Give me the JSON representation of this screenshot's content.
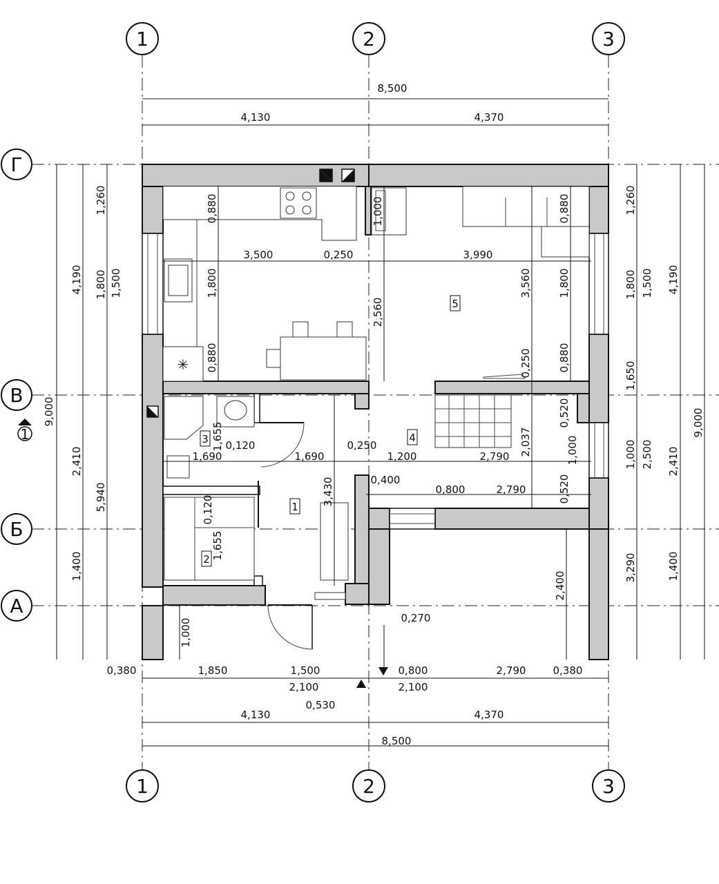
{
  "axes": {
    "columns": [
      {
        "label": "1"
      },
      {
        "label": "2"
      },
      {
        "label": "3"
      }
    ],
    "rows": [
      {
        "label": "Г"
      },
      {
        "label": "В"
      },
      {
        "label": "Б"
      },
      {
        "label": "А"
      }
    ]
  },
  "section_marker": {
    "label": "1"
  },
  "rooms": [
    {
      "number": "1"
    },
    {
      "number": "2"
    },
    {
      "number": "3"
    },
    {
      "number": "4"
    },
    {
      "number": "5"
    }
  ],
  "dimensions": {
    "top_overall": "8,500",
    "top_left": "4,130",
    "top_right": "4,370",
    "bottom_overall": "8,500",
    "bottom_left": "4,130",
    "bottom_right": "4,370",
    "bottom_chain": [
      "0,380",
      "1,850",
      "1,500",
      "0,800",
      "2,790",
      "0,380"
    ],
    "bottom_2100_left": "2,100",
    "bottom_2100_right": "2,100",
    "bottom_0530": "0,530",
    "left_outer": "9,000",
    "left_4190": "4,190",
    "left_2410": "2,410",
    "left_1400": "1,400",
    "left_5940": "5,940",
    "left_1260": "1,260",
    "left_1800": "1,800",
    "left_1500": "1,500",
    "right_outer": "9,000",
    "right_4190": "4,190",
    "right_2410": "2,410",
    "right_1400": "1,400",
    "right_1260": "1,260",
    "right_1800": "1,800",
    "right_1500": "1,500",
    "right_1650": "1,650",
    "right_1000": "1,000",
    "right_2500": "2,500",
    "right_3290": "3,290",
    "inner": {
      "k_3500": "3,500",
      "k_0250": "0,250",
      "l_3990": "3,990",
      "k_0880a": "0,880",
      "k_1800": "1,800",
      "k_0880b": "0,880",
      "c_1000": "1,000",
      "c_2560": "2,560",
      "l_3560": "3,560",
      "l_0880a": "0,880",
      "l_1800": "1,800",
      "l_0880b": "0,880",
      "l_0250": "0,250",
      "b_1655": "1,655",
      "b_0120": "0,120",
      "b_1690a": "1,690",
      "b_1690b": "1,690",
      "h_0250": "0,250",
      "h_1200": "1,200",
      "h_2790a": "2,790",
      "h_2037": "2,037",
      "h_0520a": "0,520",
      "h_1000": "1,000",
      "h_0520b": "0,520",
      "h_0400": "0,400",
      "h_0800": "0,800",
      "h_2790b": "2,790",
      "e_3430": "3,430",
      "p_0120": "0,120",
      "p_1655": "1,655",
      "s_2400": "2,400",
      "s_0270": "0,270",
      "s_1000": "1,000"
    }
  }
}
